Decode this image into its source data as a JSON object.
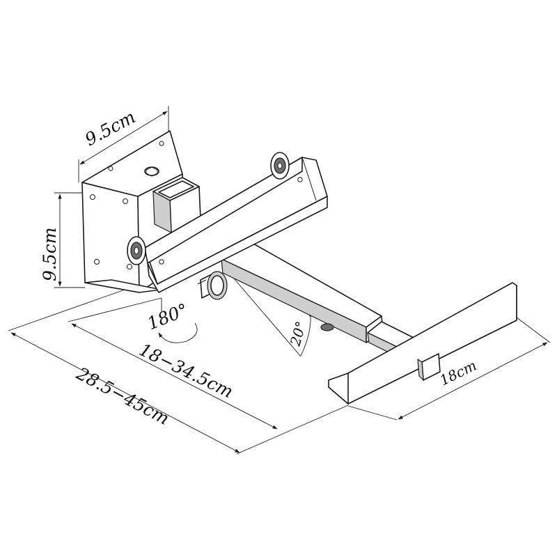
{
  "dimensions": {
    "wall_plate_width": "9.5cm",
    "wall_plate_height": "9.5cm",
    "rotation_angle": "180°",
    "tilt_angle": "20°",
    "inner_reach": "18−34.5cm",
    "total_reach": "28.5−45cm",
    "tray_length": "18cm"
  }
}
